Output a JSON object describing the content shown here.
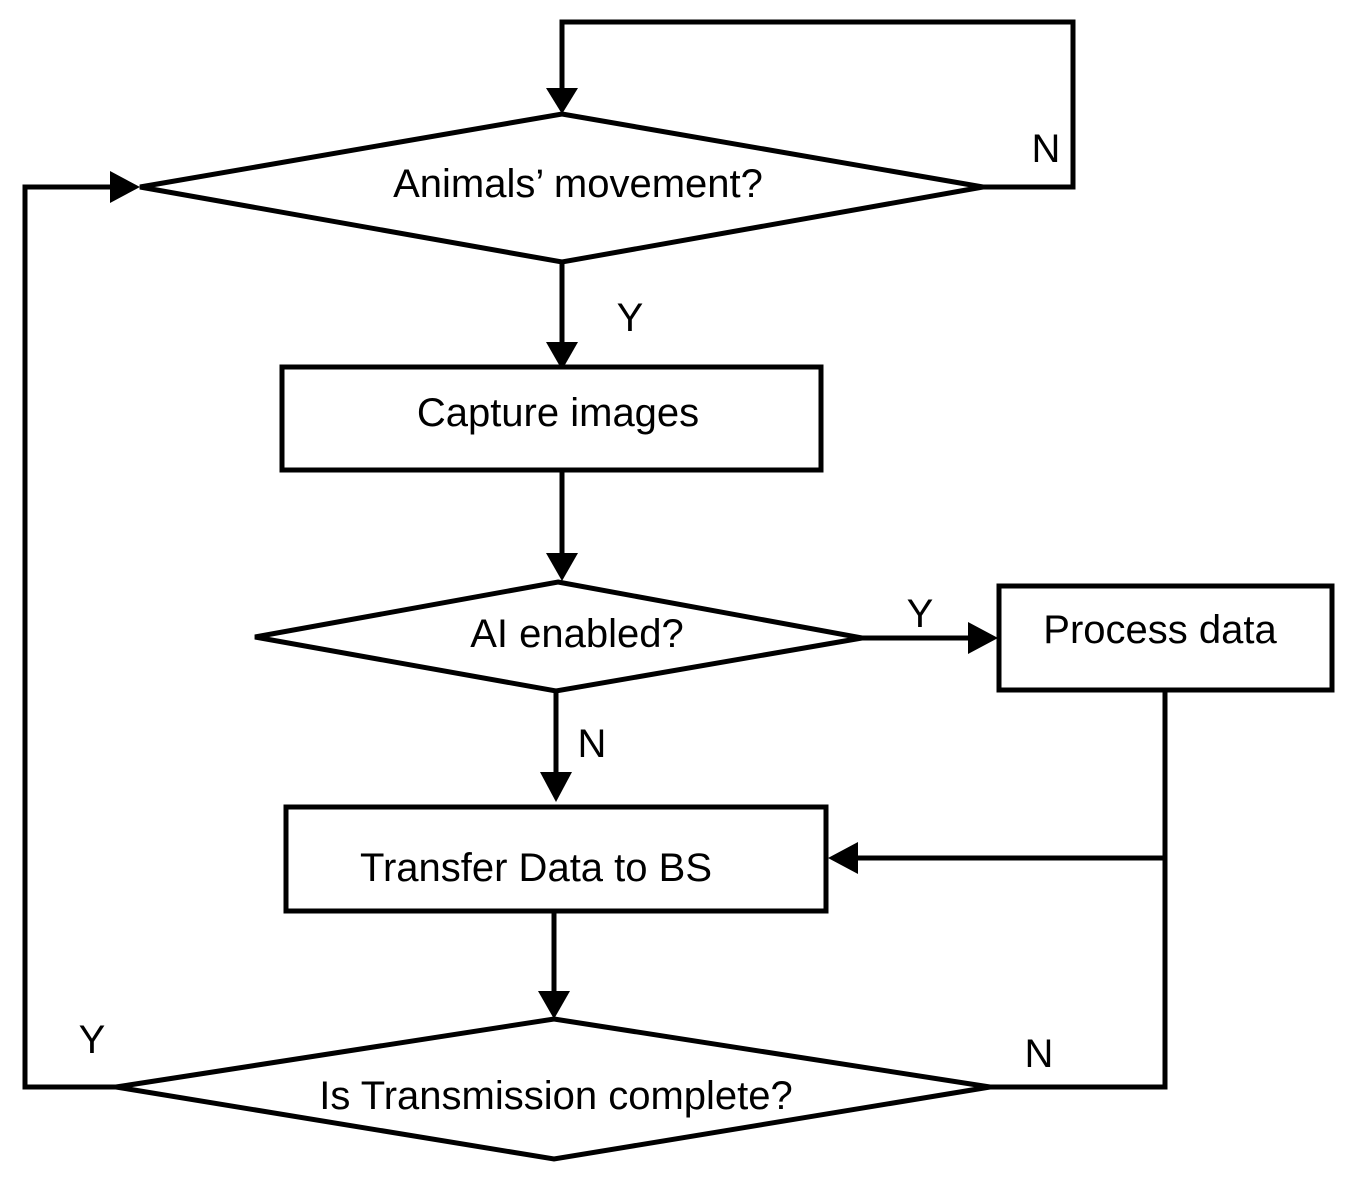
{
  "diagram": {
    "nodes": {
      "animals_movement": "Animals’ movement?",
      "capture_images": "Capture images",
      "ai_enabled": "AI enabled?",
      "process_data": "Process data",
      "transfer_data": "Transfer Data to BS",
      "transmission_complete": "Is Transmission complete?"
    },
    "edge_labels": {
      "movement_no": "N",
      "movement_yes": "Y",
      "ai_yes": "Y",
      "ai_no": "N",
      "transmission_yes": "Y",
      "transmission_no": "N"
    }
  }
}
